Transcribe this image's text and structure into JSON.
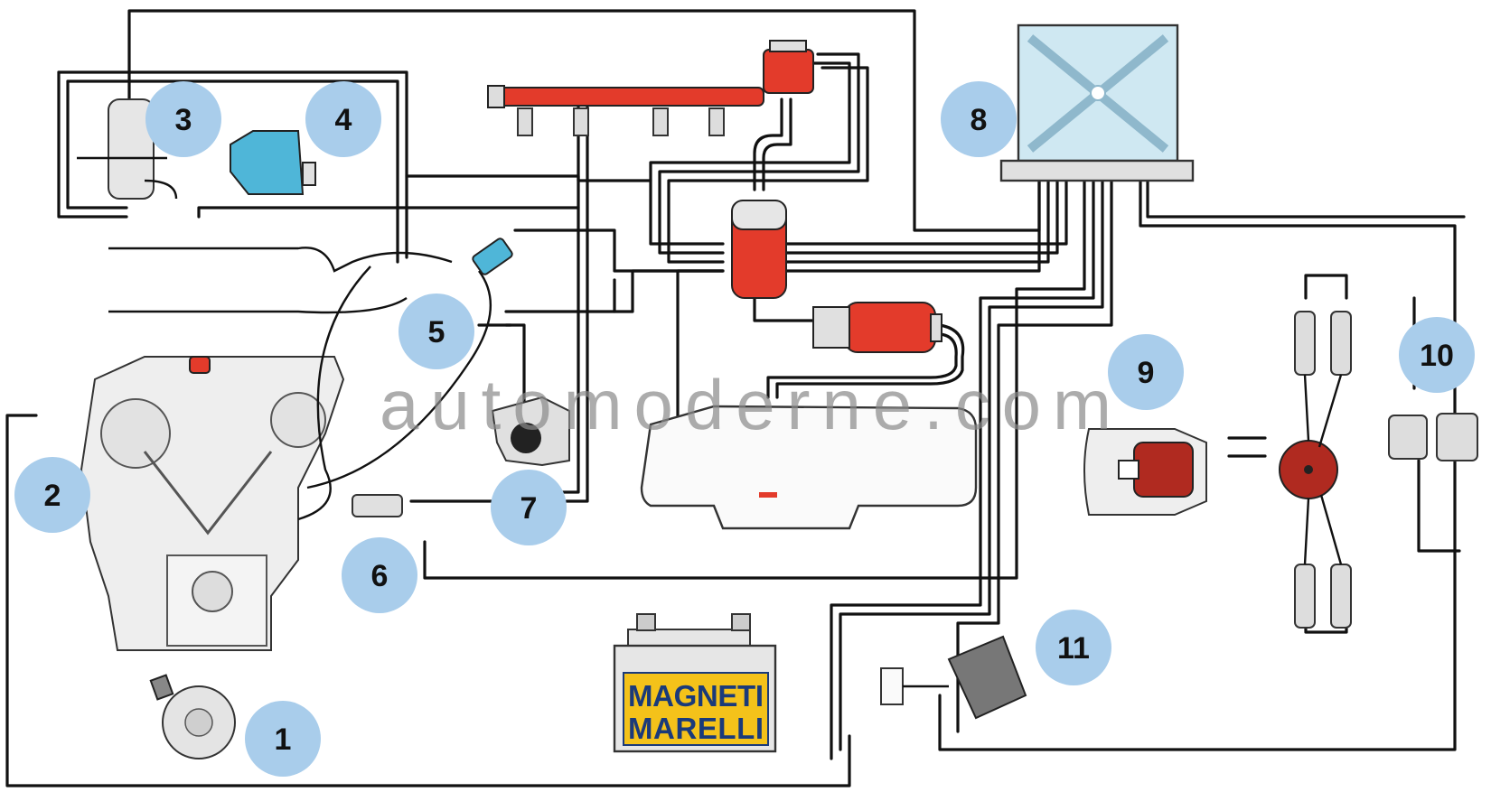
{
  "callouts": [
    {
      "id": "1",
      "label": "1"
    },
    {
      "id": "2",
      "label": "2"
    },
    {
      "id": "3",
      "label": "3"
    },
    {
      "id": "4",
      "label": "4"
    },
    {
      "id": "5",
      "label": "5"
    },
    {
      "id": "6",
      "label": "6"
    },
    {
      "id": "7",
      "label": "7"
    },
    {
      "id": "8",
      "label": "8"
    },
    {
      "id": "9",
      "label": "9"
    },
    {
      "id": "10",
      "label": "10"
    },
    {
      "id": "11",
      "label": "11"
    }
  ],
  "watermark": "automoderne.com",
  "battery": {
    "brand_line1": "MAGNETI",
    "brand_line2": "MARELLI"
  },
  "colors": {
    "callout_circle": "#a9cdeb",
    "red_part": "#e33b2b",
    "ecu_fill": "#cfe8f2",
    "blue_part": "#4fb6d8",
    "battery_yellow": "#f4c21a",
    "battery_blue": "#1a3a7a",
    "wire": "#111111"
  }
}
